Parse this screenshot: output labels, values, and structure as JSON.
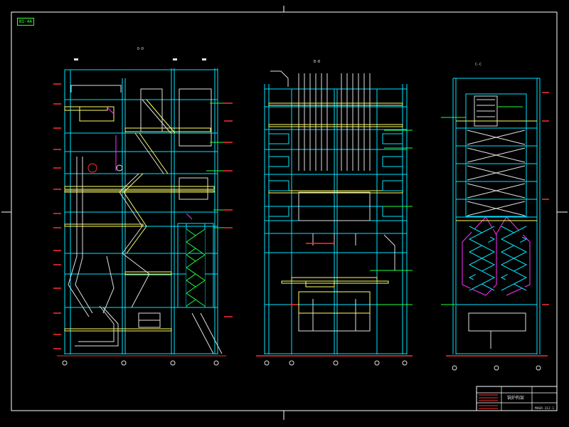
{
  "drawing": {
    "sheet_tag": "BS-4A",
    "views": [
      {
        "id": "side",
        "label": "D-D"
      },
      {
        "id": "front",
        "label": "B-B"
      },
      {
        "id": "rear",
        "label": "C-C"
      }
    ],
    "title_block": {
      "title": "锅炉构架",
      "drawing_no": "MHGR-312-1"
    }
  },
  "colors": {
    "frame": "#ffffff",
    "steel": "#00e5ff",
    "platform": "#ffff66",
    "pipe": "#e0e0e0",
    "dim": "#ff3030",
    "leader": "#20ff40",
    "structure": "#ff30ff"
  }
}
